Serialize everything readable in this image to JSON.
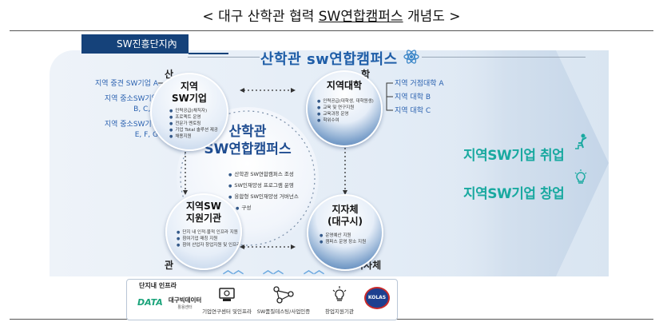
{
  "title": {
    "prefix": "< 대구 산학관 협력 ",
    "underlined": "SW연합캠퍼스",
    "suffix": " 개념도 >"
  },
  "zone_tag": "SW진흥단지內",
  "header": "산학관 sw연합캠퍼스",
  "corners": {
    "top_left": "산",
    "top_right": "학",
    "bottom_left": "관",
    "bottom_right": "지자체"
  },
  "left_labels": [
    "지역 중견 SW기업 A",
    "지역 중소SW기업",
    "B, C, D",
    "지역 중소SW기업",
    "E, F, G"
  ],
  "right_labels": [
    "지역 거점대학 A",
    "지역 대학 B",
    "지역 대학 C"
  ],
  "nodes": {
    "industry": {
      "title1": "지역",
      "title2": "SW기업",
      "items": [
        "인력공급(채직자)",
        "프로젝트 운영",
        "전문가 멘토링",
        "기업 Total 솔루션 제공",
        "채용지원"
      ]
    },
    "university": {
      "title1": "지역대학",
      "title2": "",
      "items": [
        "인력공급(대학생, 대학원생)",
        "교육 및 연구지원",
        "교육과정 운영",
        "학위수여"
      ]
    },
    "support": {
      "title1": "지역SW",
      "title2": "지원기관",
      "items": [
        "단지 내 인적·물적 인프라 지원",
        "참여기업 매칭 지원",
        "참여 산업자 창업지원 및 인프라 연계 지원"
      ]
    },
    "government": {
      "title1": "지자체",
      "title2": "(대구시)",
      "items": [
        "운영예산 지원",
        "캠퍼스 운영 장소 지원"
      ]
    }
  },
  "center": {
    "title1": "산학관",
    "title2": "SW연합캠퍼스",
    "items": [
      "산학관 SW연합캠퍼스 조성",
      "SW인재양성 프로그램 운영",
      "융합형 SW인재양성 거버넌스",
      "구성"
    ]
  },
  "results": [
    "지역SW기업 취업",
    "지역SW기업 창업"
  ],
  "infra": {
    "label": "단지내 인프라",
    "items": [
      {
        "name": "대구빅데이터",
        "sub": "활용센터",
        "logo": "DATA"
      },
      {
        "name": "기업연구센터 및인프라",
        "icon": "device-icon"
      },
      {
        "name": "SW품질테스팅/사업인증",
        "icon": "network-icon"
      },
      {
        "name": "창업지원기관",
        "icon": "lightbulb-icon"
      },
      {
        "name": "KOLAS",
        "logo": "KOLAS"
      }
    ]
  },
  "colors": {
    "navy": "#15427a",
    "blue_text": "#2b62b0",
    "teal_result": "#19a9a0",
    "center_title": "#1f4d91"
  }
}
